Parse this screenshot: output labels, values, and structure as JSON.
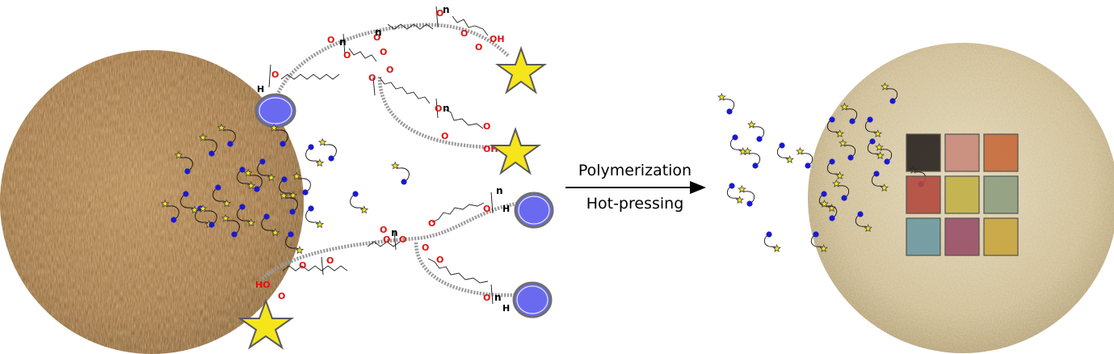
{
  "labels": {
    "top": "Polymerization",
    "bottom": "Hot-pressing"
  },
  "atoms": {
    "oxygen": "O",
    "repeat": "n",
    "hydrogen": "H",
    "acid": "OH",
    "acid_left": "HO"
  },
  "colors": {
    "paper_left": "#9a6b35",
    "paper_right": "#cdbb90",
    "nanoparticle": "#6a6af0",
    "star": "#f5e51a",
    "bead": "#1a1acf",
    "patches": [
      "#2a2420",
      "#c98a7c",
      "#c76b3c",
      "#b24a3e",
      "#c2b247",
      "#8f9e80",
      "#6d9aa2",
      "#9a5069",
      "#c8a63f"
    ]
  },
  "icons": [
    "star-icon",
    "nanoparticle-icon",
    "arrow-icon"
  ]
}
